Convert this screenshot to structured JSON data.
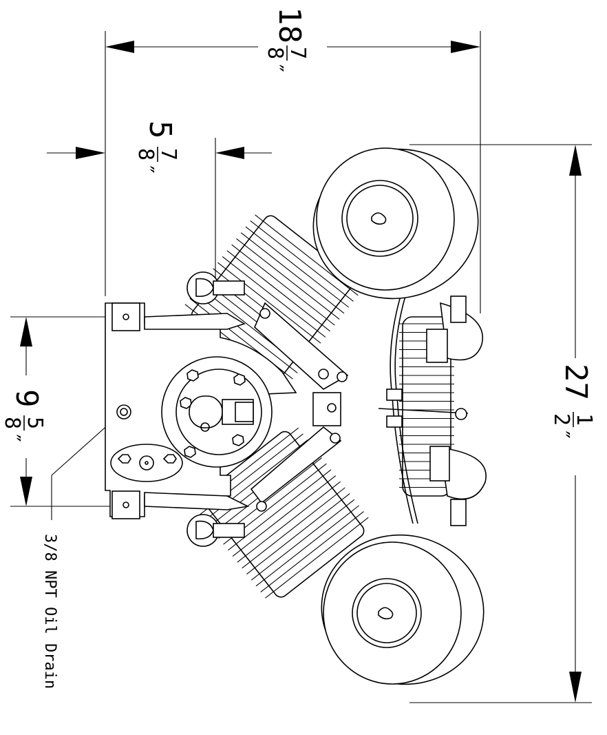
{
  "drawing": {
    "type": "engine outline dimension drawing",
    "ink_color": "#000000",
    "background_color": "#ffffff",
    "orientation": "rotated 90 degrees clockwise"
  },
  "dimensions": {
    "overall_height": {
      "whole": "18",
      "numerator": "7",
      "denominator": "8",
      "unit": "″"
    },
    "mount_offset": {
      "whole": "5",
      "numerator": "7",
      "denominator": "8",
      "unit": "″"
    },
    "mount_spacing": {
      "whole": "9",
      "numerator": "5",
      "denominator": "8",
      "unit": "″"
    },
    "overall_width": {
      "whole": "27",
      "numerator": "1",
      "denominator": "2",
      "unit": "″"
    }
  },
  "callouts": {
    "oil_drain": "3/8 NPT Oil Drain"
  }
}
